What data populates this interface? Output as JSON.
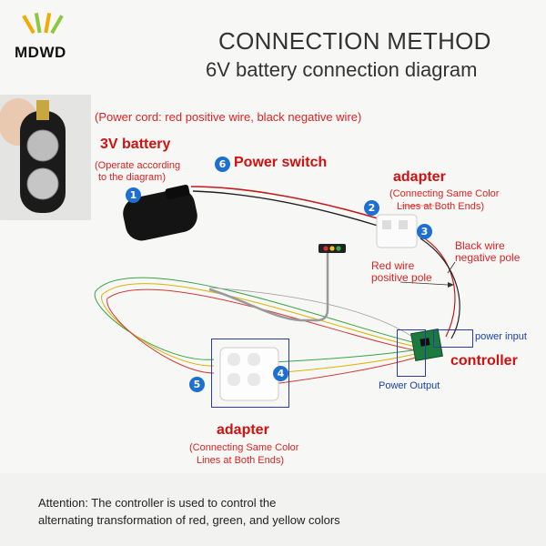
{
  "logo": {
    "text": "MDWD",
    "icon": "fan-bars-logo"
  },
  "title": "CONNECTION METHOD",
  "subtitle": "6V battery connection diagram",
  "cord_note": "(Power cord: red positive wire, black negative wire)",
  "battery": {
    "title": "3V battery",
    "note_line1": "(Operate according",
    "note_line2": "to the diagram)",
    "number": "1"
  },
  "power_switch": {
    "number": "6",
    "label": "Power switch"
  },
  "adapter_top": {
    "title": "adapter",
    "note_line1": "(Connecting Same Color",
    "note_line2": "Lines at Both Ends)",
    "number_left": "2",
    "number_right": "3"
  },
  "black_wire": {
    "line1": "Black wire",
    "line2": "negative pole"
  },
  "red_wire": {
    "line1": "Red wire",
    "line2": "positive pole"
  },
  "controller": {
    "label": "controller",
    "power_input": "power input",
    "power_output": "Power Output"
  },
  "adapter_bottom": {
    "title": "adapter",
    "note_line1": "(Connecting Same Color",
    "note_line2": "Lines at Both Ends)",
    "number_left": "5",
    "number_right": "4"
  },
  "attention": {
    "line1": "Attention: The controller is used to control the",
    "line2": "alternating transformation of red, green, and yellow colors"
  },
  "colors": {
    "red_text": "#d21010",
    "blue_marker": "#1e6fd2",
    "box_border": "#2a3aa8",
    "background": "#f7f7f5"
  }
}
